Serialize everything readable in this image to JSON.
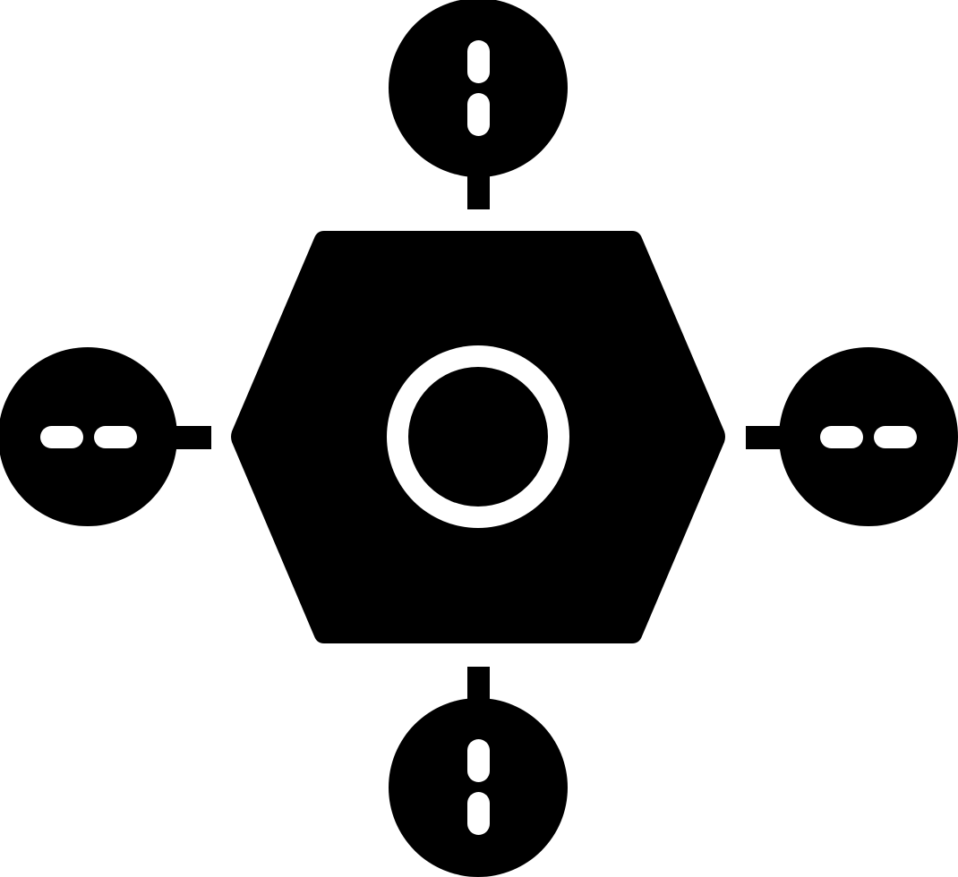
{
  "icon": {
    "name": "network-hub-icon",
    "fill_color": "#000000",
    "background_color": "#ffffff",
    "center_node": "hexagon-with-ring",
    "satellite_nodes": [
      "top",
      "right",
      "bottom",
      "left"
    ]
  }
}
